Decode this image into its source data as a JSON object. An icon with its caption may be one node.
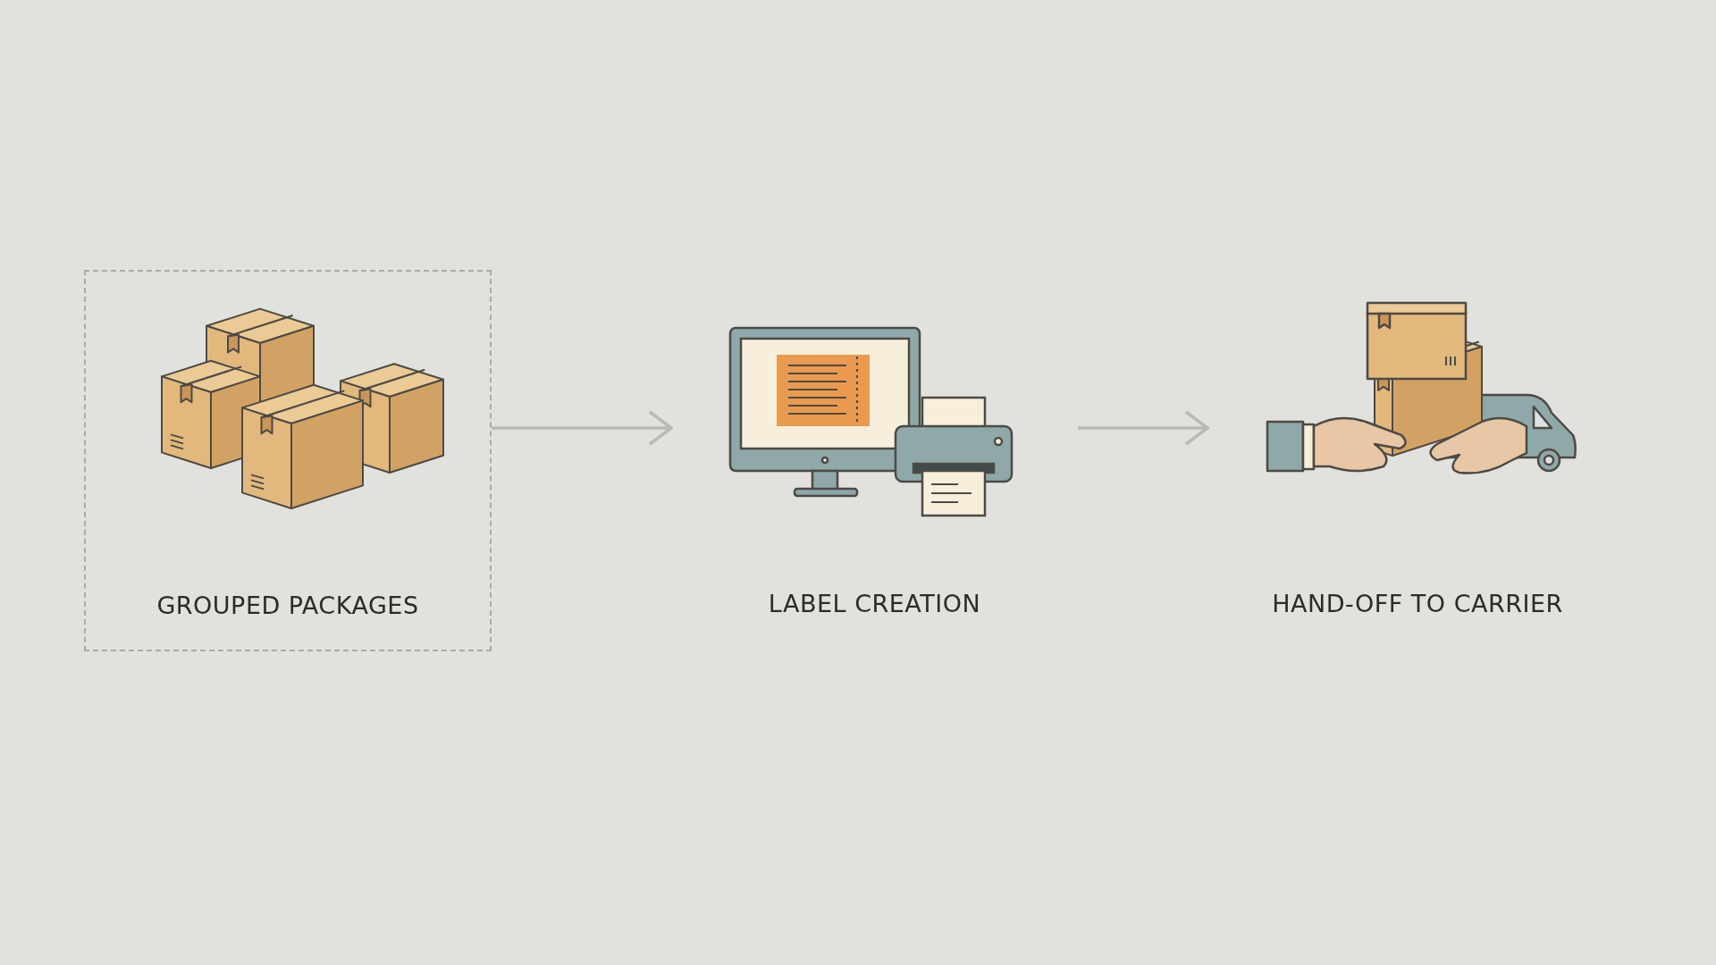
{
  "diagram": {
    "nodes": [
      {
        "text": [
          "GROUPED PACKAGES"
        ]
      },
      {
        "text": [
          "LABEL CREATION"
        ]
      },
      {
        "text": [
          "HAND-OFF TO CARRIER"
        ]
      }
    ],
    "edges": [
      {
        "from": 0,
        "to": 1,
        "arrow": "to"
      },
      {
        "from": 1,
        "to": 2,
        "arrow": "to"
      }
    ]
  }
}
